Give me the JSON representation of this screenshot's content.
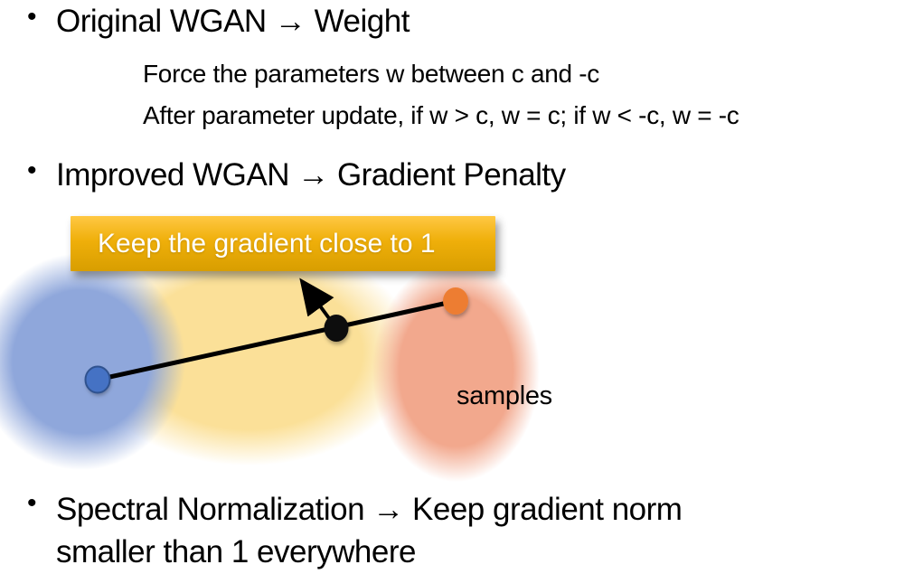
{
  "slide": {
    "bullet_glyph": "•",
    "bullets": [
      {
        "label": "Original WGAN → Weight",
        "sub_lines": [
          "Force the parameters w between c and -c",
          "After parameter update, if w > c, w = c; if w < -c, w = -c"
        ]
      },
      {
        "label": "Improved WGAN → Gradient Penalty"
      },
      {
        "label": "Spectral Normalization → Keep gradient norm smaller than 1 everywhere",
        "label_lines": [
          "Spectral Normalization → Keep gradient norm",
          "smaller than 1 everywhere"
        ]
      }
    ]
  },
  "diagram": {
    "callout_label": "Keep the gradient close to 1",
    "samples_label": "samples",
    "colors": {
      "callout_top": "#FFC843",
      "callout_mid": "#EFAF0A",
      "callout_bottom": "#D89E00",
      "blue_blob": "#8FA7DB",
      "yellow_blob": "#FBE098",
      "orange_blob": "#F2A88D",
      "blue_dot": "#4472C4",
      "blue_dot_border": "#2F528F",
      "black_dot": "#0D0D0D",
      "orange_dot": "#ED7D31",
      "line": "#000000"
    }
  }
}
